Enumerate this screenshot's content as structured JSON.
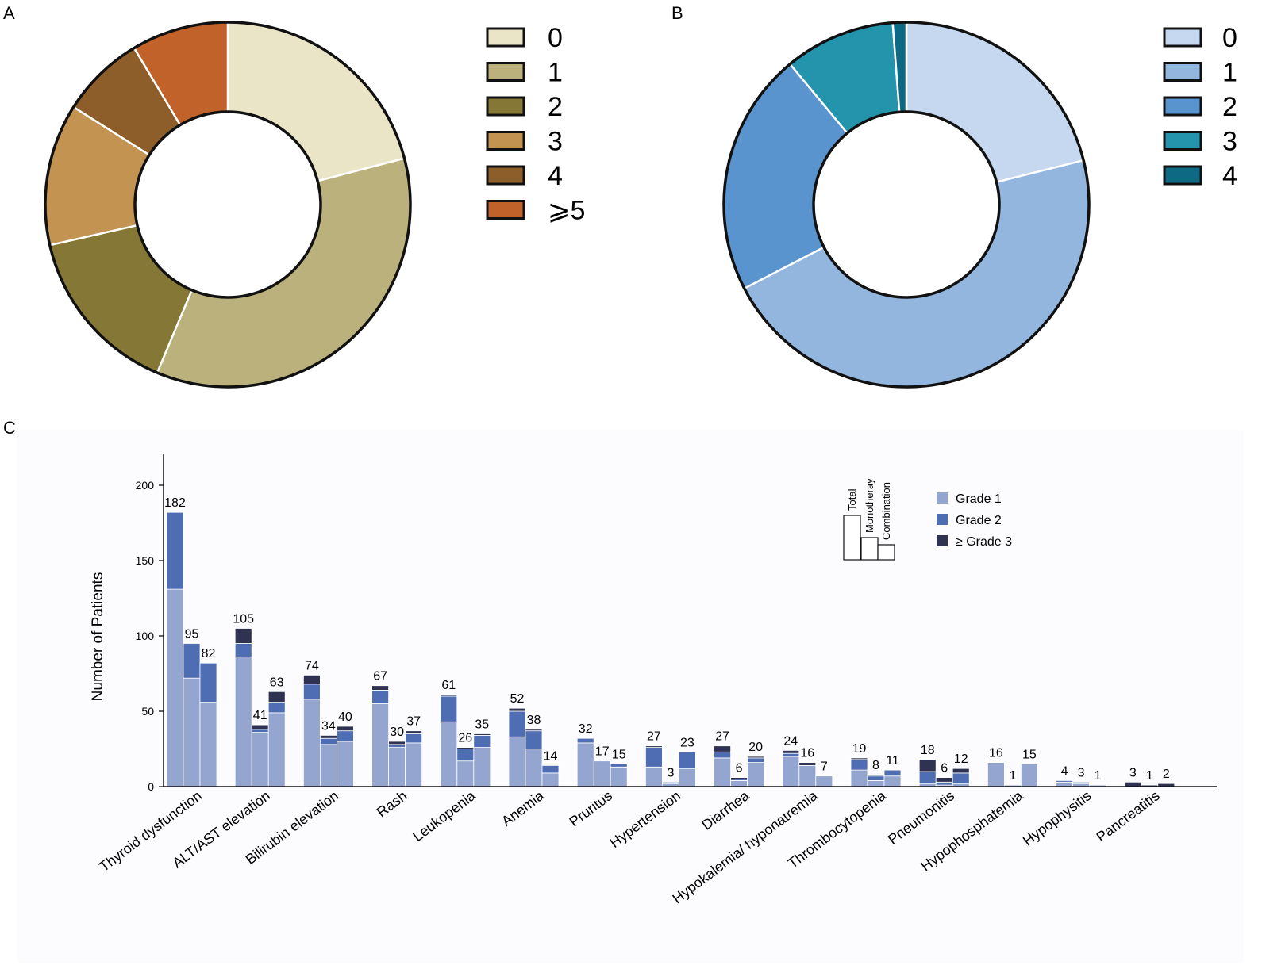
{
  "panels": [
    "A",
    "B",
    "C"
  ],
  "chart_data": [
    {
      "panel": "A",
      "type": "pie",
      "donut": true,
      "categories": [
        "0",
        "1",
        "2",
        "3",
        "4",
        "⩾5"
      ],
      "values": [
        20.5,
        34.7,
        14.8,
        12.3,
        7.3,
        8.4
      ],
      "colors": [
        "#ebe5c8",
        "#bbb17c",
        "#857836",
        "#c39352",
        "#8d5e2a",
        "#c0622a"
      ],
      "legend": "right"
    },
    {
      "panel": "B",
      "type": "pie",
      "donut": true,
      "categories": [
        "0",
        "1",
        "2",
        "3",
        "4"
      ],
      "values": [
        21.1,
        46.3,
        21.6,
        9.8,
        1.2
      ],
      "colors": [
        "#c5d8ef",
        "#93b6df",
        "#5a94cf",
        "#2494ad",
        "#0e6a84"
      ],
      "legend": "right"
    },
    {
      "panel": "C",
      "type": "bar",
      "stacked": true,
      "categories": [
        "Thyroid dysfunction",
        "ALT/AST elevation",
        "Bilirubin elevation",
        "Rash",
        "Leukopenia",
        "Anemia",
        "Pruritus",
        "Hypertension",
        "Diarrhea",
        "Hypokalemia/ hyponatremia",
        "Thrombocytopenia",
        "Pneumonitis",
        "Hypophosphatemia",
        "Hypophysitis",
        "Pancreatitis"
      ],
      "groups": [
        "Total",
        "Monotheray",
        "Combination"
      ],
      "series": [
        {
          "name": "Grade 1",
          "color": "#94a5cf",
          "values": [
            [
              131,
              72,
              56
            ],
            [
              86,
              36,
              49
            ],
            [
              58,
              28,
              30
            ],
            [
              55,
              26,
              29
            ],
            [
              43,
              17,
              26
            ],
            [
              33,
              25,
              9
            ],
            [
              29,
              17,
              13
            ],
            [
              13,
              2,
              12
            ],
            [
              19,
              4,
              16
            ],
            [
              20,
              14,
              7
            ],
            [
              11,
              4,
              7
            ],
            [
              2,
              1,
              2
            ],
            [
              16,
              1,
              15
            ],
            [
              3,
              2,
              1
            ],
            [
              0,
              0,
              0
            ]
          ]
        },
        {
          "name": "Grade 2",
          "color": "#4e6db2",
          "values": [
            [
              51,
              23,
              26
            ],
            [
              9,
              2,
              7
            ],
            [
              10,
              4,
              7
            ],
            [
              9,
              2,
              6
            ],
            [
              17,
              8,
              8
            ],
            [
              17,
              12,
              5
            ],
            [
              3,
              0,
              2
            ],
            [
              13,
              1,
              11
            ],
            [
              4,
              1,
              3
            ],
            [
              2,
              0,
              0
            ],
            [
              7,
              3,
              4
            ],
            [
              8,
              2,
              7
            ],
            [
              0,
              0,
              0
            ],
            [
              1,
              1,
              0
            ],
            [
              0,
              0,
              0
            ]
          ]
        },
        {
          "name": "≥ Grade 3",
          "color": "#2f3251",
          "values": [
            [
              0,
              0,
              0
            ],
            [
              10,
              3,
              7
            ],
            [
              6,
              2,
              3
            ],
            [
              3,
              2,
              2
            ],
            [
              1,
              1,
              1
            ],
            [
              2,
              1,
              0
            ],
            [
              0,
              0,
              0
            ],
            [
              1,
              0,
              0
            ],
            [
              4,
              1,
              1
            ],
            [
              2,
              2,
              0
            ],
            [
              1,
              1,
              0
            ],
            [
              8,
              3,
              3
            ],
            [
              0,
              0,
              0
            ],
            [
              0,
              0,
              0
            ],
            [
              3,
              1,
              2
            ]
          ]
        }
      ],
      "totals": [
        [
          182,
          95,
          82
        ],
        [
          105,
          41,
          63
        ],
        [
          74,
          34,
          40
        ],
        [
          67,
          30,
          37
        ],
        [
          61,
          26,
          35
        ],
        [
          52,
          38,
          14
        ],
        [
          32,
          17,
          15
        ],
        [
          27,
          3,
          23
        ],
        [
          27,
          6,
          20
        ],
        [
          24,
          16,
          7
        ],
        [
          19,
          8,
          11
        ],
        [
          18,
          6,
          12
        ],
        [
          16,
          1,
          15
        ],
        [
          4,
          3,
          1
        ],
        [
          3,
          1,
          2
        ]
      ],
      "ylabel": "Number of Patients",
      "ylim": [
        0,
        220
      ],
      "yticks": [
        0,
        50,
        100,
        150,
        200
      ],
      "legend": "top-right"
    }
  ]
}
